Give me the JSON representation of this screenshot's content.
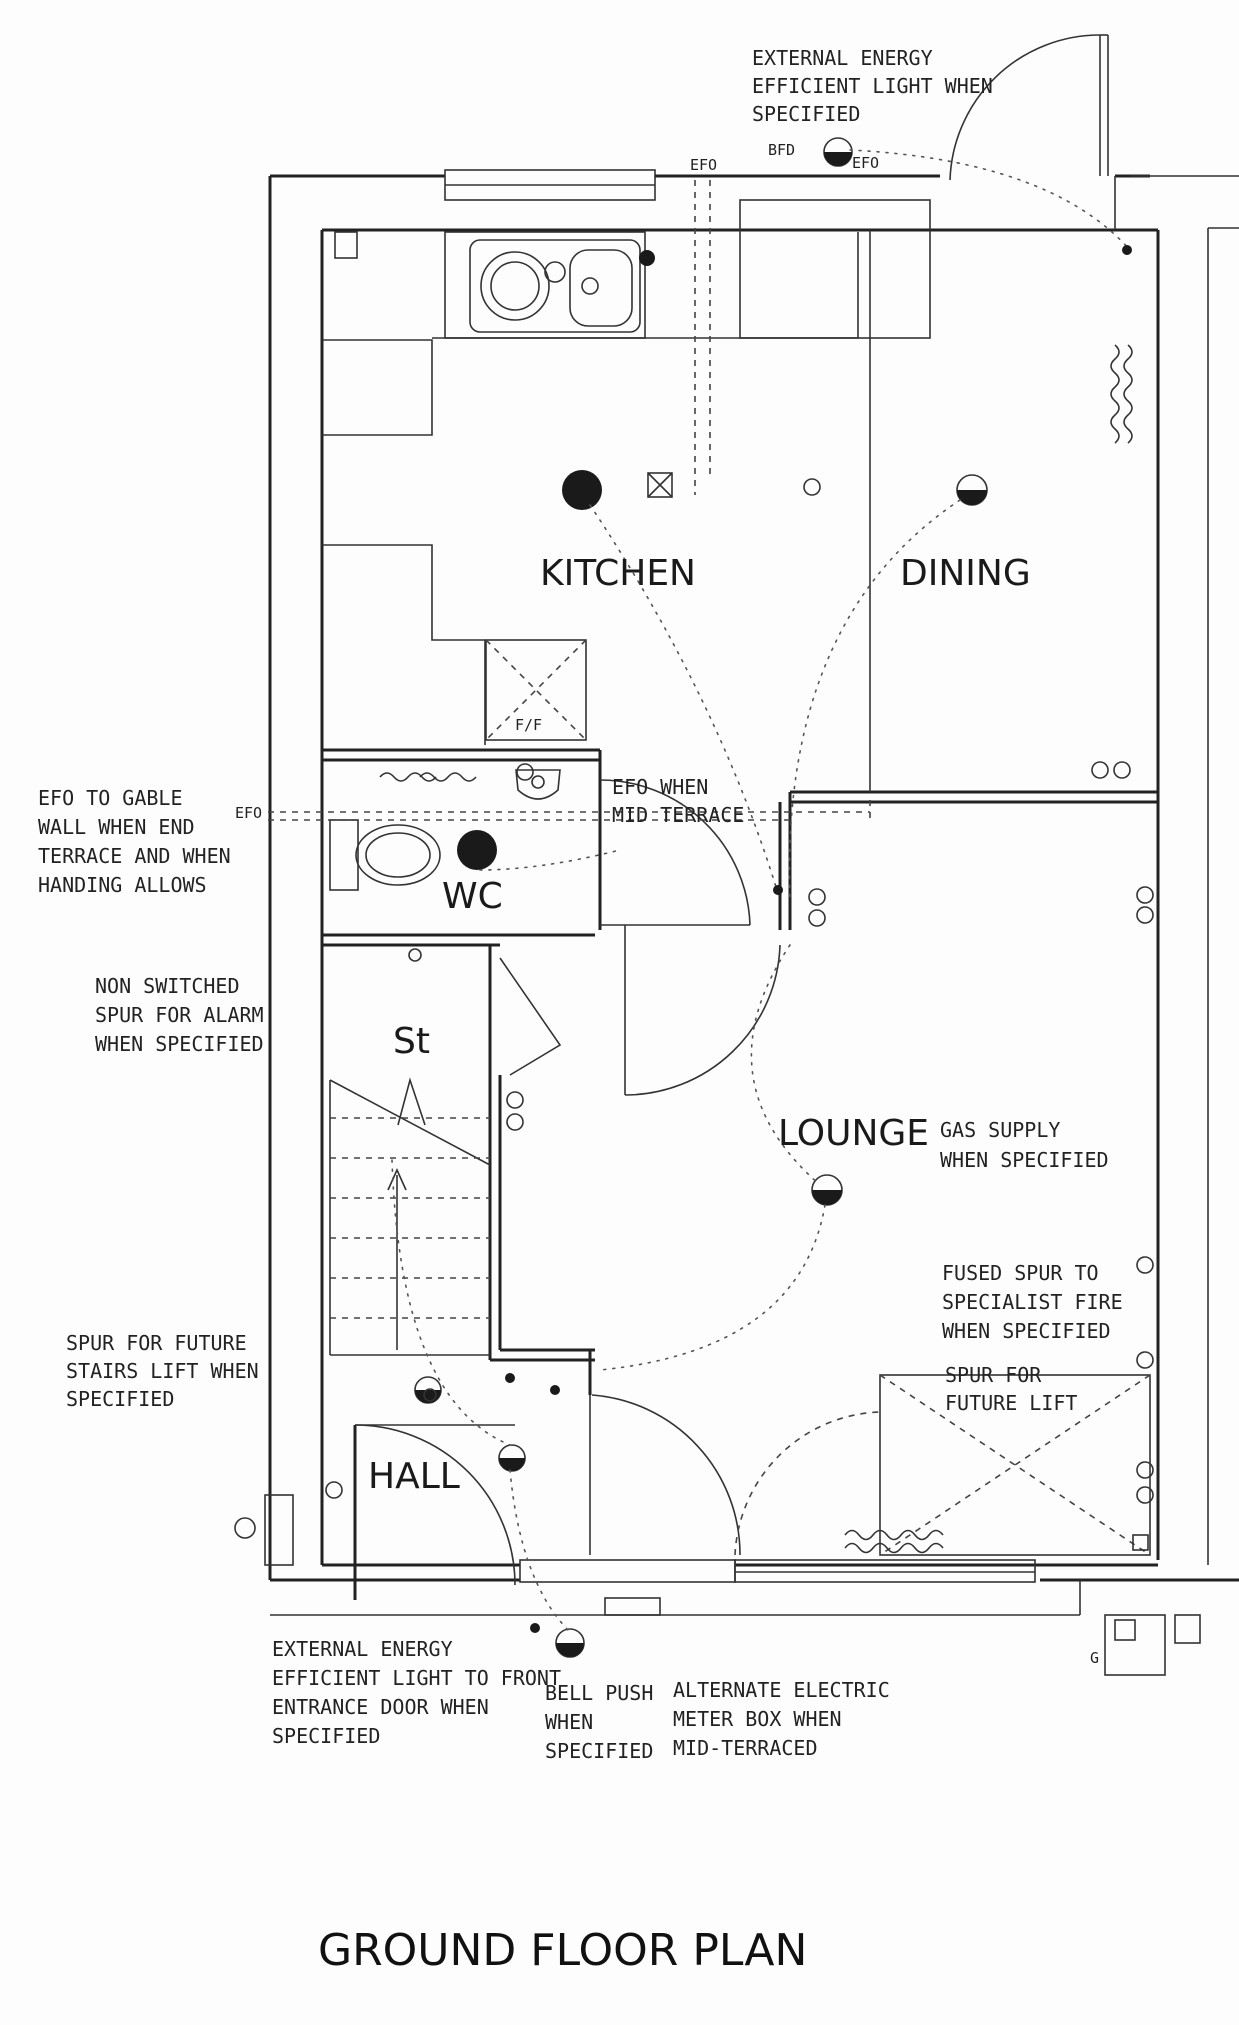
{
  "title": "GROUND FLOOR PLAN",
  "rooms": {
    "kitchen": "KITCHEN",
    "dining": "DINING",
    "wc": "WC",
    "store": "St",
    "lounge": "LOUNGE",
    "hall": "HALL"
  },
  "labels": {
    "efo": "EFO",
    "bfd": "BFD",
    "ff": "F/F",
    "g": "G"
  },
  "notes": {
    "external_light_top": [
      "EXTERNAL ENERGY",
      "EFFICIENT LIGHT WHEN",
      "SPECIFIED"
    ],
    "efo_gable": [
      "EFO TO GABLE",
      "WALL WHEN END",
      "TERRACE AND WHEN",
      "HANDING ALLOWS"
    ],
    "efo_mid": [
      "EFO WHEN",
      "MID TERRACE"
    ],
    "non_switched": [
      "NON SWITCHED",
      "SPUR FOR ALARM",
      "WHEN SPECIFIED"
    ],
    "gas_supply": [
      "GAS SUPPLY",
      "WHEN SPECIFIED"
    ],
    "fused_spur": [
      "FUSED SPUR TO",
      "SPECIALIST FIRE",
      "WHEN SPECIFIED"
    ],
    "spur_lift": [
      "SPUR FOR",
      "FUTURE LIFT"
    ],
    "spur_stairs": [
      "SPUR FOR FUTURE",
      "STAIRS LIFT WHEN",
      "SPECIFIED"
    ],
    "external_light_front": [
      "EXTERNAL ENERGY",
      "EFFICIENT LIGHT TO FRONT",
      "ENTRANCE DOOR WHEN",
      "SPECIFIED"
    ],
    "bell_push": [
      "BELL PUSH",
      "WHEN",
      "SPECIFIED"
    ],
    "meter_box": [
      "ALTERNATE ELECTRIC",
      "METER BOX WHEN",
      "MID-TERRACED"
    ]
  }
}
